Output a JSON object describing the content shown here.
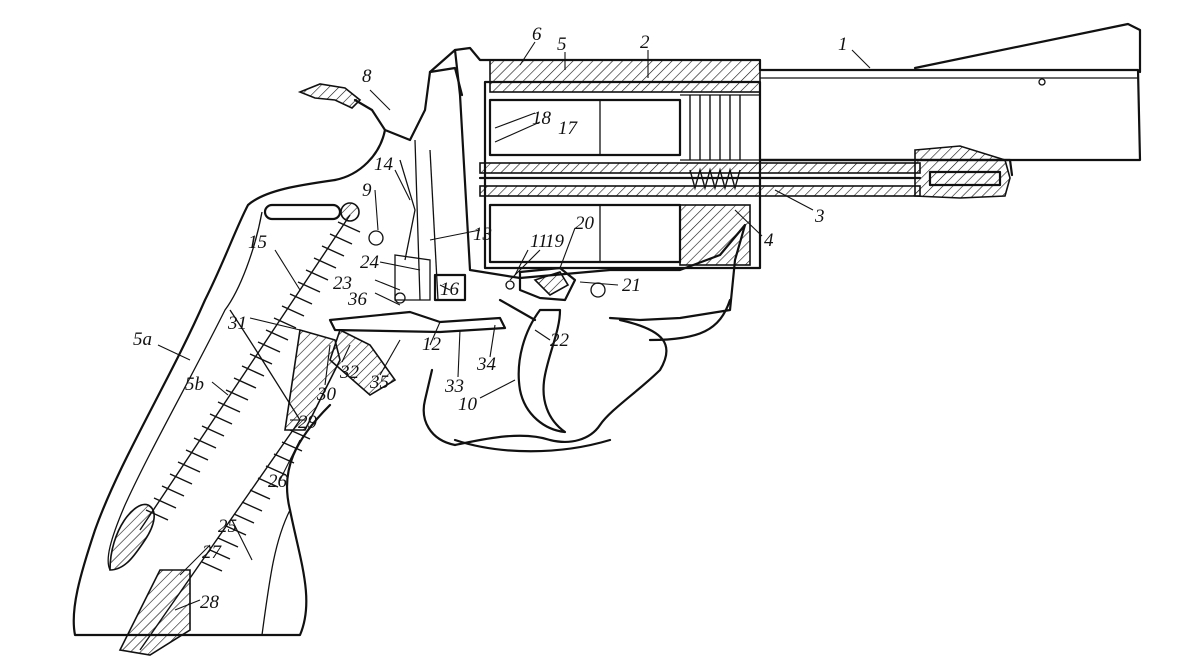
{
  "figure": {
    "labels": {
      "l1": "1",
      "l2": "2",
      "l3": "3",
      "l4": "4",
      "l5": "5",
      "l6": "6",
      "l8": "8",
      "l9": "9",
      "l10": "10",
      "l11": "11",
      "l12": "12",
      "l13": "13",
      "l14": "14",
      "l15": "15",
      "l16": "16",
      "l17": "17",
      "l18": "18",
      "l19": "19",
      "l20": "20",
      "l21": "21",
      "l22": "22",
      "l23": "23",
      "l24": "24",
      "l25": "25",
      "l26": "26",
      "l27": "27",
      "l28": "28",
      "l29": "29",
      "l30": "30",
      "l31": "31",
      "l32": "32",
      "l33": "33",
      "l34": "34",
      "l35": "35",
      "l36": "36",
      "l5a": "5a",
      "l5b": "5b"
    },
    "colors": {
      "ink": "#111111",
      "paper": "#ffffff"
    }
  }
}
